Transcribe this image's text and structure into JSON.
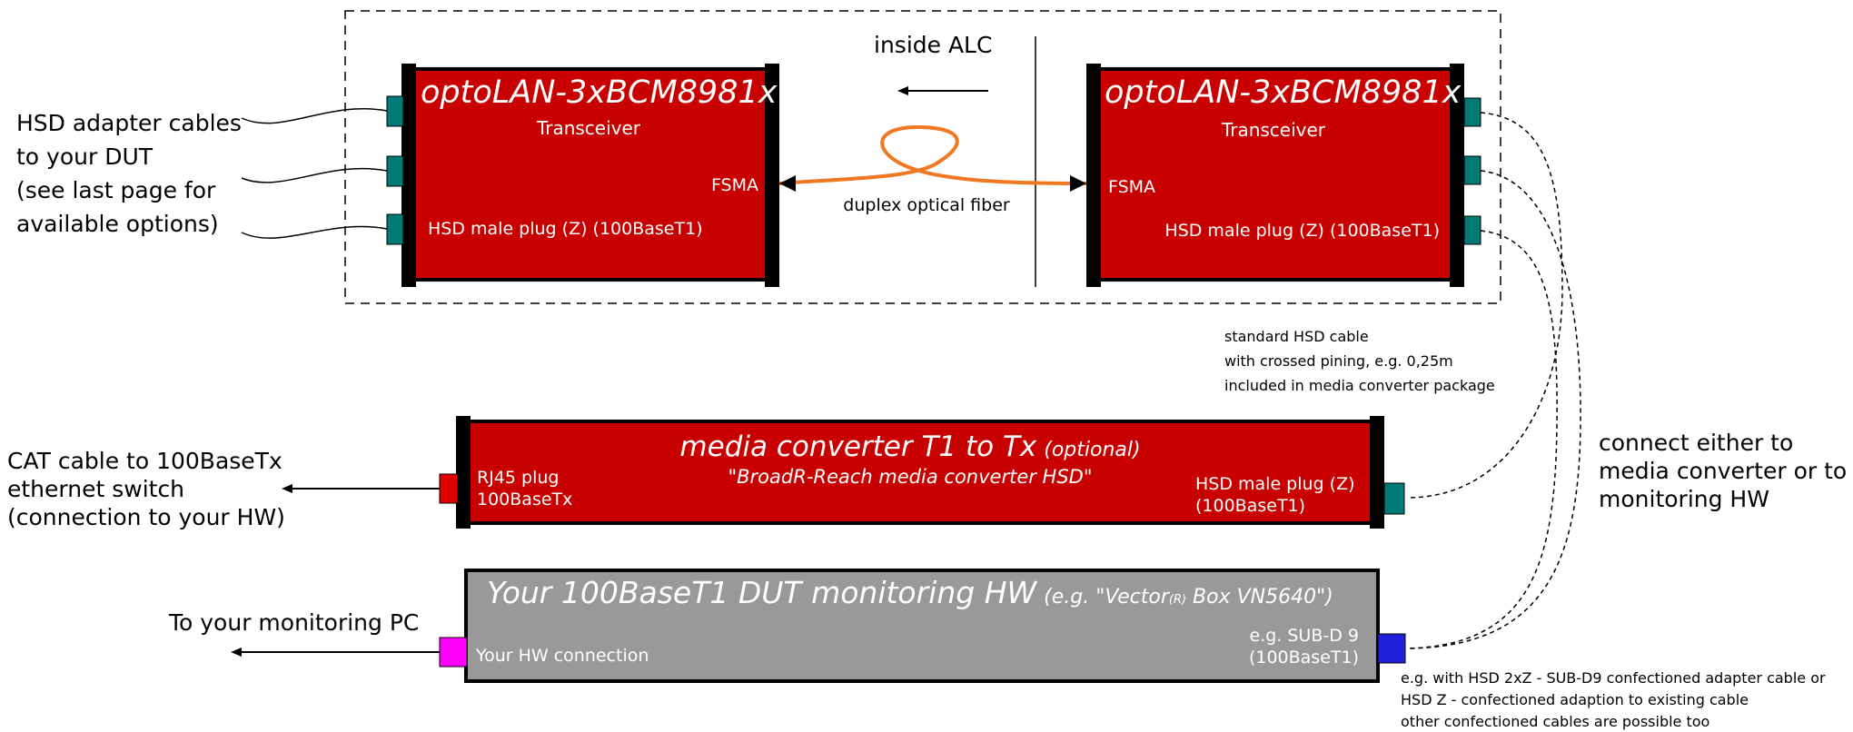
{
  "alc": {
    "label": "inside ALC"
  },
  "left_unit": {
    "title": "optoLAN-3xBCM8981x",
    "subtitle": "Transceiver",
    "fsma": "FSMA",
    "hsd": "HSD male plug (Z) (100BaseT1)"
  },
  "right_unit": {
    "title": "optoLAN-3xBCM8981x",
    "subtitle": "Transceiver",
    "fsma": "FSMA",
    "hsd": "HSD male plug (Z) (100BaseT1)"
  },
  "fiber": {
    "label": "duplex optical fiber"
  },
  "adapter_note": [
    "HSD adapter cables",
    "to your DUT",
    "(see last page for",
    "available options)"
  ],
  "hsd_cable_note": [
    "standard HSD cable",
    "with crossed pining, e.g. 0,25m",
    "included in media converter package"
  ],
  "media_converter": {
    "title": "media converter T1 to Tx",
    "optional": "(optional)",
    "subtitle": "\"BroadR-Reach media converter HSD\"",
    "rj45": [
      "RJ45  plug",
      "100BaseTx"
    ],
    "hsd": [
      "HSD male plug (Z)",
      "(100BaseT1)"
    ]
  },
  "cat_note": [
    "CAT cable to 100BaseTx",
    "ethernet switch",
    "(connection to your HW)"
  ],
  "connect_note": [
    "connect either to",
    "media converter or to",
    "monitoring HW"
  ],
  "monitor": {
    "title": "Your 100BaseT1 DUT monitoring HW",
    "eg_prefix": "(e.g. \"Vector",
    "eg_sub": "(R)",
    "eg_suffix": " Box VN5640\")",
    "hw_conn": "Your HW connection",
    "subd": [
      "e.g. SUB-D 9",
      "(100BaseT1)"
    ]
  },
  "pc_note": "To your monitoring PC",
  "bottom_note": [
    "e.g. with HSD 2xZ - SUB-D9 confectioned adapter cable or",
    "HSD Z - confectioned adaption to existing cable",
    "other confectioned cables are possible too"
  ],
  "colors": {
    "red": "#c80000",
    "teal": "#007a76",
    "grey": "#999999",
    "orange": "#f07820",
    "magenta": "#ff00ff",
    "blue": "#2222dd",
    "rj45": "#e00000"
  }
}
